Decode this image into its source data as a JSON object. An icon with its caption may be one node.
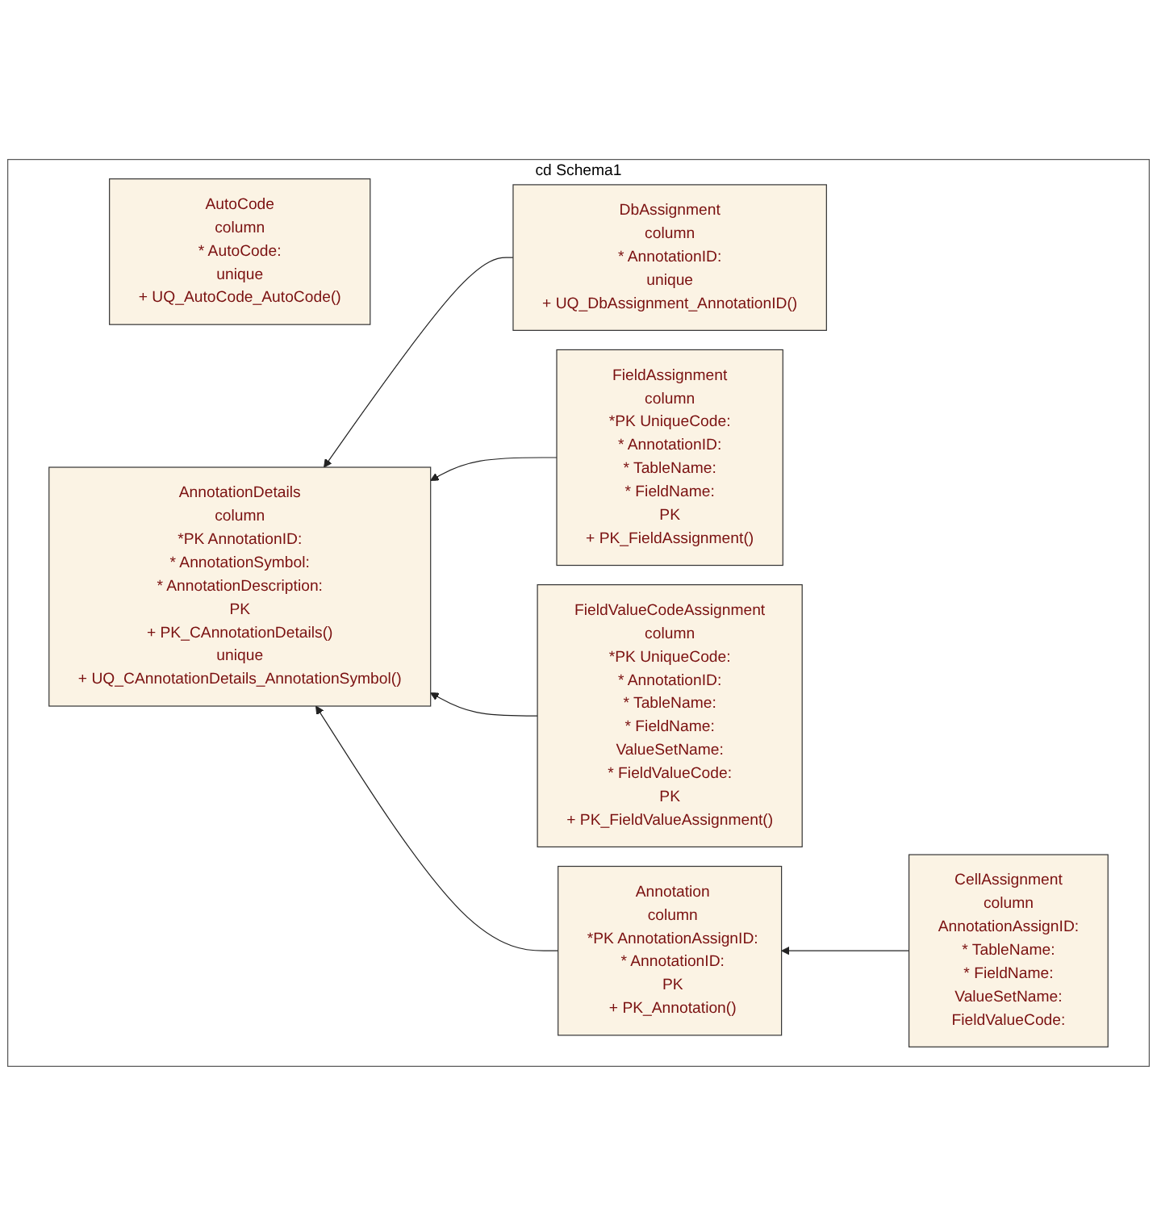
{
  "diagram": {
    "nodes": [
      {
        "text": [
          "cd Schema1"
        ]
      },
      {
        "text": [
          "AutoCode",
          "column",
          "* AutoCode:",
          "unique",
          "+ UQ_AutoCode_AutoCode()"
        ],
        "in": 0
      },
      {
        "text": [
          "DbAssignment",
          "column",
          "* AnnotationID:",
          "unique",
          "+ UQ_DbAssignment_AnnotationID()"
        ],
        "in": 0
      },
      {
        "text": [
          "FieldAssignment",
          "column",
          "*PK UniqueCode:",
          "* AnnotationID:",
          "* TableName:",
          "* FieldName:",
          "PK",
          "+ PK_FieldAssignment()"
        ],
        "in": 0
      },
      {
        "text": [
          "AnnotationDetails",
          "column",
          "*PK AnnotationID:",
          "* AnnotationSymbol:",
          "* AnnotationDescription:",
          "PK",
          "+ PK_CAnnotationDetails()",
          "unique",
          "+ UQ_CAnnotationDetails_AnnotationSymbol()"
        ],
        "in": 0
      },
      {
        "text": [
          "FieldValueCodeAssignment",
          "column",
          "*PK UniqueCode:",
          "* AnnotationID:",
          "* TableName:",
          "* FieldName:",
          "ValueSetName:",
          "* FieldValueCode:",
          "PK",
          "+ PK_FieldValueAssignment()"
        ],
        "in": 0
      },
      {
        "text": [
          "Annotation",
          "column",
          "*PK AnnotationAssignID:",
          "* AnnotationID:",
          "PK",
          "+ PK_Annotation()"
        ],
        "in": 0
      },
      {
        "text": [
          "CellAssignment",
          "column",
          "AnnotationAssignID:",
          "* TableName:",
          "* FieldName:",
          "ValueSetName:",
          "FieldValueCode:"
        ],
        "in": 0
      }
    ],
    "edges": [
      {
        "from": 2,
        "to": 4,
        "arrow": "to"
      },
      {
        "from": 3,
        "to": 4,
        "arrow": "to"
      },
      {
        "from": 5,
        "to": 4,
        "arrow": "to"
      },
      {
        "from": 6,
        "to": 4,
        "arrow": "to"
      },
      {
        "from": 7,
        "to": 6,
        "arrow": "to"
      }
    ]
  }
}
